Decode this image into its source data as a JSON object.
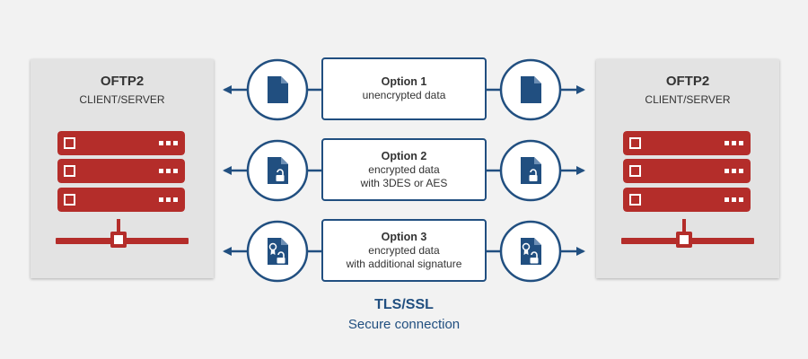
{
  "colors": {
    "background": "#f2f2f2",
    "panel": "#e3e3e3",
    "server_red": "#b42d2a",
    "accent_blue": "#214f80",
    "text": "#333333"
  },
  "left_node": {
    "title": "OFTP2",
    "subtitle": "CLIENT/SERVER",
    "icon": "server-rack-icon"
  },
  "right_node": {
    "title": "OFTP2",
    "subtitle": "CLIENT/SERVER",
    "icon": "server-rack-icon"
  },
  "options": [
    {
      "title": "Option 1",
      "lines": [
        "unencrypted data"
      ],
      "icon": "document-icon"
    },
    {
      "title": "Option 2",
      "lines": [
        "encrypted data",
        "with 3DES or AES"
      ],
      "icon": "encrypted-document-icon"
    },
    {
      "title": "Option 3",
      "lines": [
        "encrypted data",
        "with additional signature"
      ],
      "icon": "signed-encrypted-document-icon"
    }
  ],
  "connection": {
    "title": "TLS/SSL",
    "subtitle": "Secure connection"
  }
}
